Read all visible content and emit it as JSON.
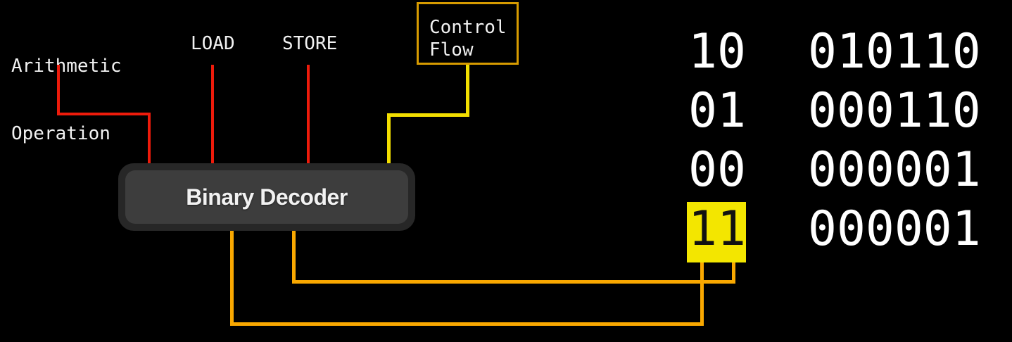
{
  "signals": {
    "arithmetic": {
      "line1": "Arithmetic",
      "line2": "Operation"
    },
    "load": {
      "label": "LOAD"
    },
    "store": {
      "label": "STORE"
    },
    "control_flow": {
      "line1": "Control",
      "line2": "Flow"
    }
  },
  "decoder": {
    "label": "Binary Decoder"
  },
  "truth_table": {
    "rows": [
      {
        "code": "10",
        "output": "010110",
        "highlighted": false
      },
      {
        "code": "01",
        "output": "000110",
        "highlighted": false
      },
      {
        "code": "00",
        "output": "000001",
        "highlighted": false
      },
      {
        "code": "11",
        "output": "000001",
        "highlighted": true
      }
    ]
  },
  "colors": {
    "background": "#000000",
    "red_wire": "#ee1b0b",
    "yellow_wire": "#f2de00",
    "orange_wire": "#f9a800",
    "control_flow_border": "#d79b00",
    "highlight": "#f3e600",
    "decoder_outer": "#272727",
    "decoder_inner": "#3d3d3d",
    "text": "#f2f2f2"
  }
}
